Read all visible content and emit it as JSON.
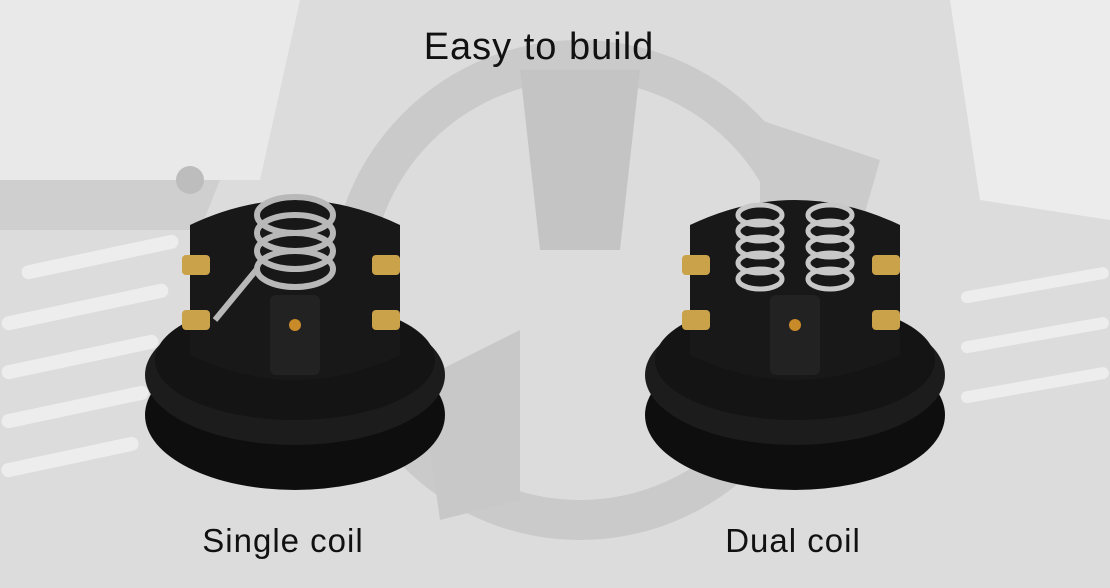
{
  "title": "Easy to build",
  "products": [
    {
      "caption": "Single coil",
      "coil_count": 1
    },
    {
      "caption": "Dual coil",
      "coil_count": 2
    }
  ],
  "colors": {
    "background": "#dcdcdc",
    "deck": "#141414",
    "gold": "#c9a24a",
    "coil": "#b8b8b8"
  }
}
